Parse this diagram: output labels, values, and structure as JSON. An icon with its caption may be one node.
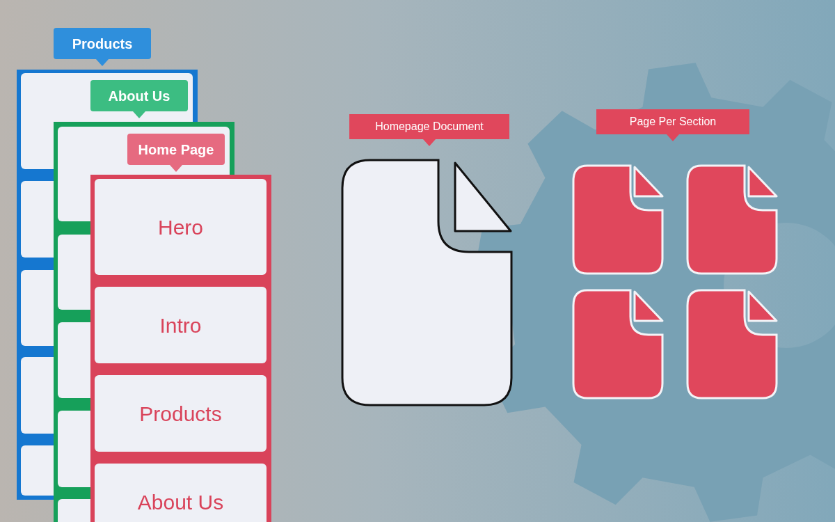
{
  "diagram": {
    "nodes": [
      {
        "text": [
          "Products"
        ]
      },
      {
        "text": [
          "About Us"
        ]
      },
      {
        "text": [
          "Home Page"
        ]
      },
      {
        "text": [],
        "shape": "box"
      },
      {
        "text": [
          "Hero"
        ],
        "in": 3
      },
      {
        "text": [
          "Intro"
        ],
        "in": 3
      },
      {
        "text": [
          "Products"
        ],
        "in": 3
      },
      {
        "text": [
          "About Us"
        ],
        "in": 3
      },
      {
        "text": [
          "Homepage Document"
        ]
      },
      {
        "text": [
          "Page Per Section"
        ]
      }
    ],
    "edges": []
  }
}
